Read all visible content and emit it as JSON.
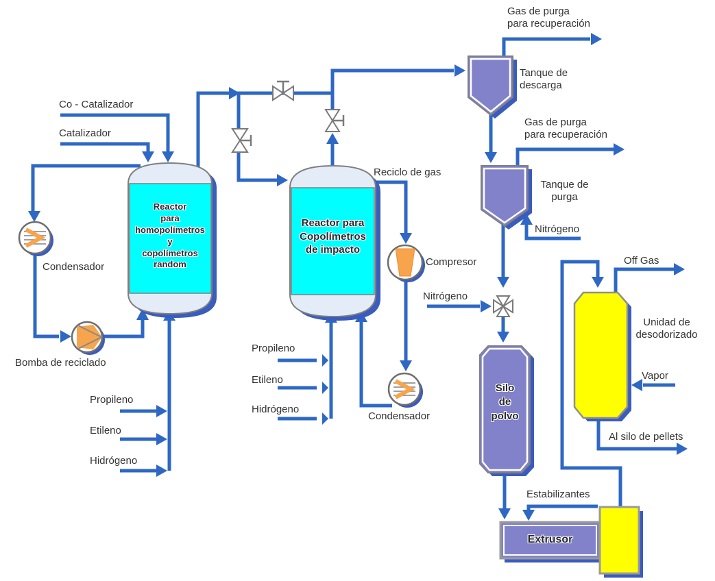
{
  "diagram": {
    "type": "process-flow-diagram",
    "subject": "Polypropylene production process (Spanish labels)"
  },
  "colors": {
    "pipe_blue": "#2e68c4",
    "vessel_purple": "#8282ca",
    "reactor_cyan": "#00ffff",
    "unit_yellow": "#ffff00",
    "machine_orange": "#f8a44c",
    "shadow_blue": "#3a5cbe",
    "dome_gray_blue": "#e4ecf7"
  },
  "labels": {
    "co_catalizador": "Co - Catalizador",
    "catalizador": "Catalizador",
    "reactor_homopolimeros": "Reactor\npara\nhomopolímetros\ny\ncopolímetros\nrandom",
    "condensador_izq": "Condensador",
    "bomba_reciclado": "Bomba de reciclado",
    "propileno_1": "Propileno",
    "etileno_1": "Etileno",
    "hidrogeno_1": "Hidrógeno",
    "reactor_copolimeros": "Reactor para\nCopolímetros\nde impacto",
    "reciclo_de_gas": "Reciclo de gas",
    "compresor": "Compresor",
    "nitrogeno_valvula": "Nitrógeno",
    "condensador_der": "Condensador",
    "propileno_2": "Propileno",
    "etileno_2": "Etileno",
    "hidrogeno_2": "Hidrógeno",
    "gas_purga_1": "Gas de purga\npara recuperación",
    "tanque_descarga": "Tanque de\ndescarga",
    "gas_purga_2": "Gas de purga\npara recuperación",
    "tanque_purga": "Tanque de\npurga",
    "nitrogeno_tanque": "Nitrógeno",
    "silo_polvo": "Silo\nde\npolvo",
    "off_gas": "Off Gas",
    "unidad_desodorizado": "Unidad de\ndesodorizado",
    "vapor": "Vapor",
    "al_silo_pellets": "Al silo de pellets",
    "estabilizantes": "Estabilizantes",
    "extrusor": "Extrusor"
  }
}
